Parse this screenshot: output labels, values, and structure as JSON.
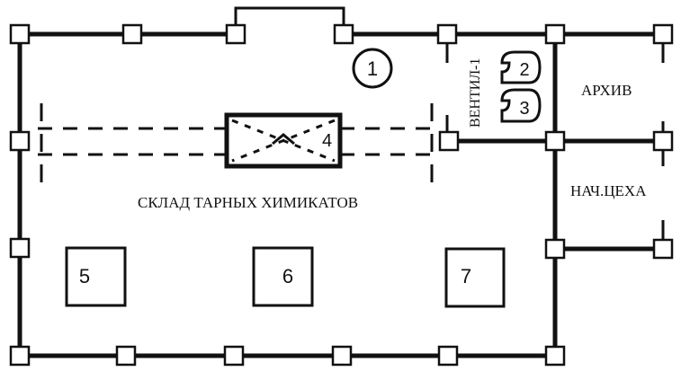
{
  "labels": {
    "warehouse": "СКЛАД ТАРНЫХ ХИМИКАТОВ",
    "archive": "АРХИВ",
    "shop_head": "НАЧ.ЦЕХА",
    "ventilation": "ВЕНТИЛ-1"
  },
  "markers": {
    "m1": "1",
    "m2": "2",
    "m3": "3",
    "m4": "4",
    "m5": "5",
    "m6": "6",
    "m7": "7"
  }
}
